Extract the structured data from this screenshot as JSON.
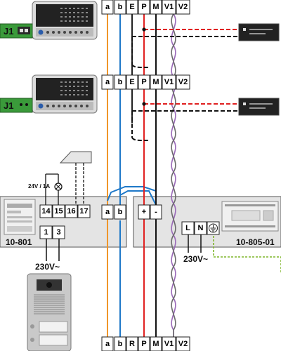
{
  "terminal_rows": {
    "top": [
      "a",
      "b",
      "E",
      "P",
      "M",
      "V1",
      "V2"
    ],
    "middle": [
      "a",
      "b",
      "E",
      "P",
      "M",
      "V1",
      "V2"
    ],
    "bottom": [
      "a",
      "b",
      "R",
      "P",
      "M",
      "V1",
      "V2"
    ]
  },
  "jumpers": {
    "upper": "J1",
    "lower": "J1"
  },
  "module_801": {
    "label": "10-801",
    "terminals_relay": [
      "14",
      "15",
      "16",
      "17"
    ],
    "terminals_power": [
      "1",
      "3"
    ],
    "terminals_bus": [
      "a",
      "b"
    ],
    "relay_rating": "24V / 1A",
    "supply": "230V~"
  },
  "module_805": {
    "label": "10-805-01",
    "terminals_output": [
      "+",
      "-"
    ],
    "terminals_mains": [
      "L",
      "N"
    ],
    "supply": "230V~"
  },
  "wire_colors": {
    "a": "#f0962a",
    "b": "#1e78c8",
    "E": "#222222",
    "P": "#e02020",
    "M": "#111111",
    "V": "#9a6ab8",
    "earth": "#7fb52a",
    "module_fill": "#e4e4e4",
    "jumper": "#3a9a3a"
  },
  "icons": [
    "video-monitor-icon",
    "door-station-icon",
    "lamp-icon",
    "door-opener-icon",
    "earth-icon",
    "socket-adapter-icon"
  ]
}
